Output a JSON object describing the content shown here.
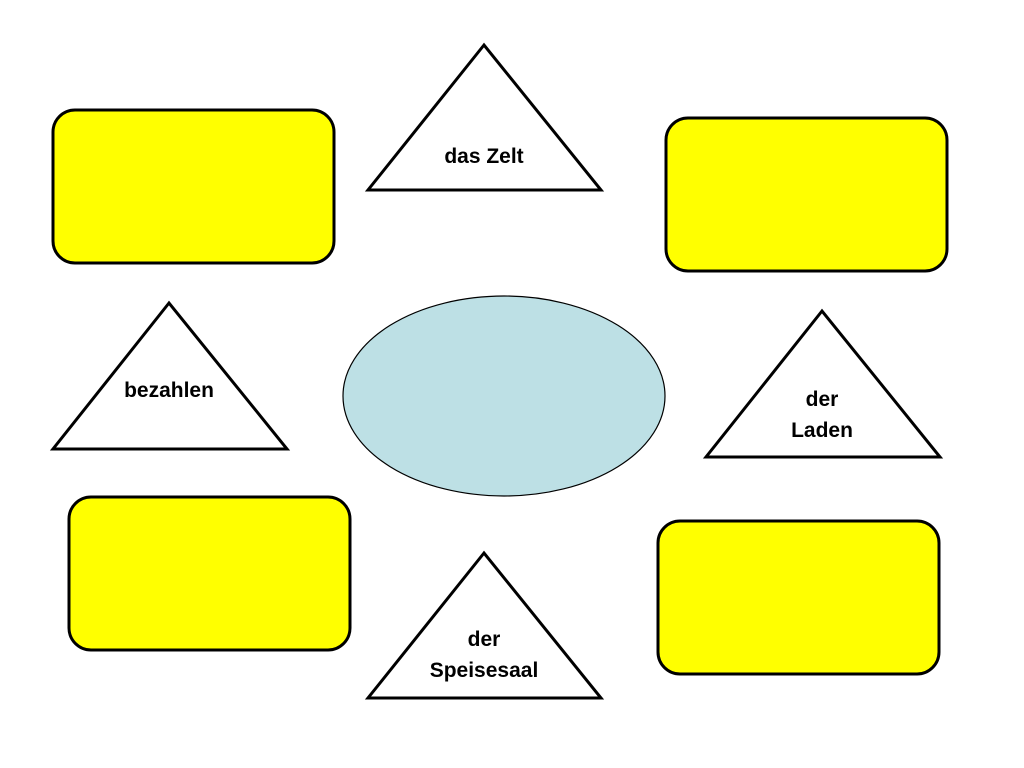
{
  "colors": {
    "box_fill": "#ffff00",
    "ellipse_fill": "#bde0e5",
    "stroke": "#000000",
    "triangle_fill": "#ffffff"
  },
  "center": {
    "label": ""
  },
  "triangles": {
    "top": {
      "line1": "das Zelt"
    },
    "left": {
      "line1": "bezahlen"
    },
    "right": {
      "line1": "der",
      "line2": "Laden"
    },
    "bottom": {
      "line1": "der",
      "line2": "Speisesaal"
    }
  },
  "boxes": {
    "top_left": {
      "label": ""
    },
    "top_right": {
      "label": ""
    },
    "bottom_left": {
      "label": ""
    },
    "bottom_right": {
      "label": ""
    }
  }
}
